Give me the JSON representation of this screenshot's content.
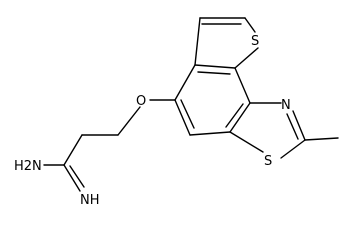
{
  "molecule": {
    "atoms": {
      "s_thiophene": "S",
      "o_ether": "O",
      "n_thiazole": "N",
      "s_thiazole": "S",
      "nh2": "H2N",
      "nh": "NH"
    },
    "colors": {
      "bond": "#000000",
      "label": "#000000",
      "background": "#ffffff"
    }
  }
}
